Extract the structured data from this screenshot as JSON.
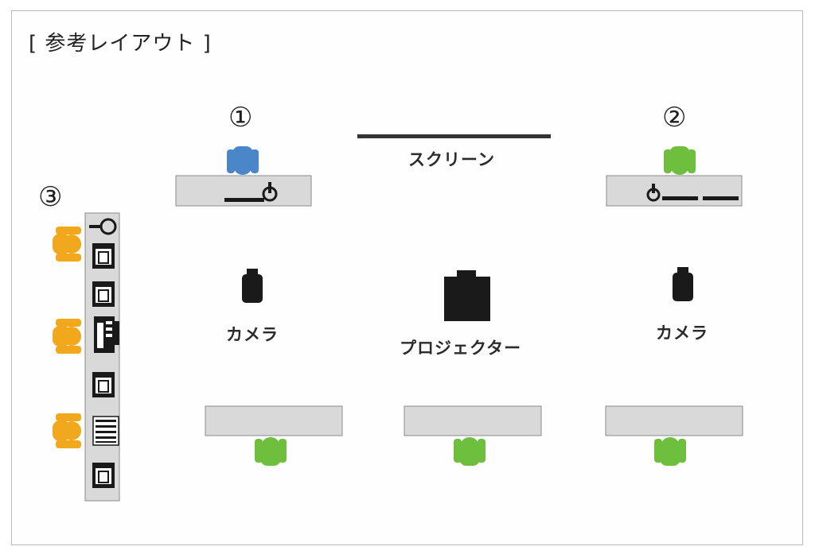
{
  "title": "[ 参考レイアウト ]",
  "positions": {
    "p1": "①",
    "p2": "②",
    "p3": "③"
  },
  "labels": {
    "screen": "スクリーン",
    "camera_left": "カメラ",
    "camera_right": "カメラ",
    "projector": "プロジェクター"
  },
  "colors": {
    "presenter_1": "#4a86c8",
    "presenter_2": "#6fbf3e",
    "operator": "#f2a81c",
    "audience": "#6fbf3e",
    "desk": "#d9d9d9",
    "equipment": "#1a1a1a"
  }
}
